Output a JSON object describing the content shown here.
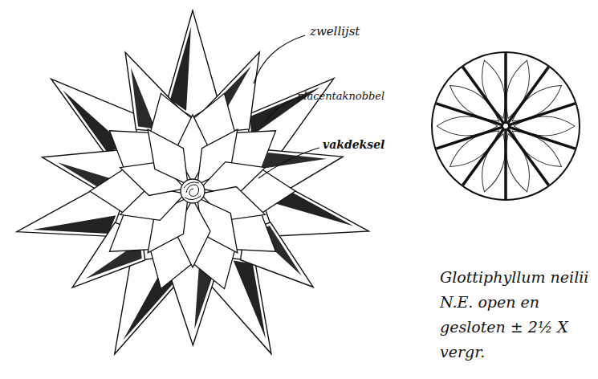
{
  "diagram": {
    "caption": "Glottiphyllum neilii N.E. open en gesloten ± 2½ X vergr.",
    "labels": [
      "zwellijst",
      "placentaknobbel",
      "vakdeksel"
    ]
  }
}
